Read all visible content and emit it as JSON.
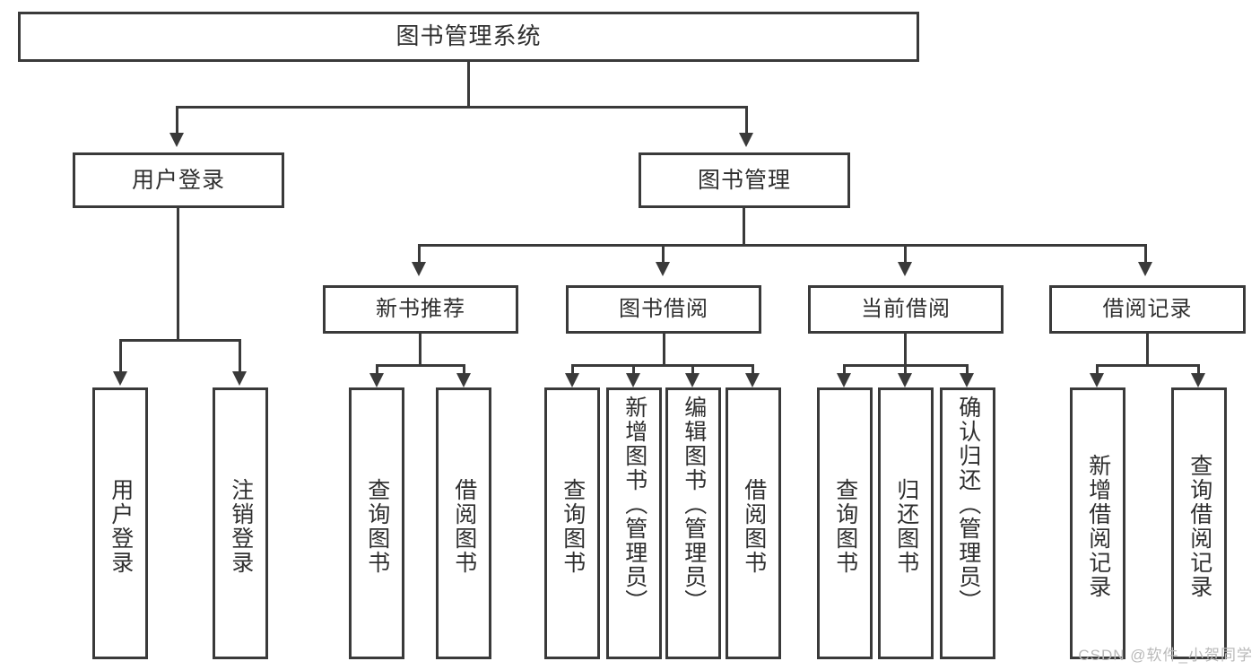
{
  "diagram": {
    "title": "图书管理系统",
    "type": "hierarchy-tree",
    "root": {
      "label": "图书管理系统"
    },
    "level1": [
      {
        "label": "用户登录"
      },
      {
        "label": "图书管理"
      }
    ],
    "level2": [
      {
        "label": "新书推荐"
      },
      {
        "label": "图书借阅"
      },
      {
        "label": "当前借阅"
      },
      {
        "label": "借阅记录"
      }
    ],
    "leaves": {
      "user_login": [
        {
          "label": "用户登录"
        },
        {
          "label": "注销登录"
        }
      ],
      "new_book_recommend": [
        {
          "label": "查询图书"
        },
        {
          "label": "借阅图书"
        }
      ],
      "book_borrow": [
        {
          "label": "查询图书"
        },
        {
          "label": "新增图书（管理员）"
        },
        {
          "label": "编辑图书（管理员）"
        },
        {
          "label": "借阅图书"
        }
      ],
      "current_borrow": [
        {
          "label": "查询图书"
        },
        {
          "label": "归还图书"
        },
        {
          "label": "确认归还（管理员）"
        }
      ],
      "borrow_record": [
        {
          "label": "新增借阅记录"
        },
        {
          "label": "查询借阅记录"
        }
      ]
    }
  },
  "watermark": {
    "text": "CSDN @软件_小贺同学"
  },
  "colors": {
    "border": "#3a3a3a",
    "text": "#2f2f2f",
    "background": "#ffffff",
    "watermark": "#b9b9b9"
  }
}
